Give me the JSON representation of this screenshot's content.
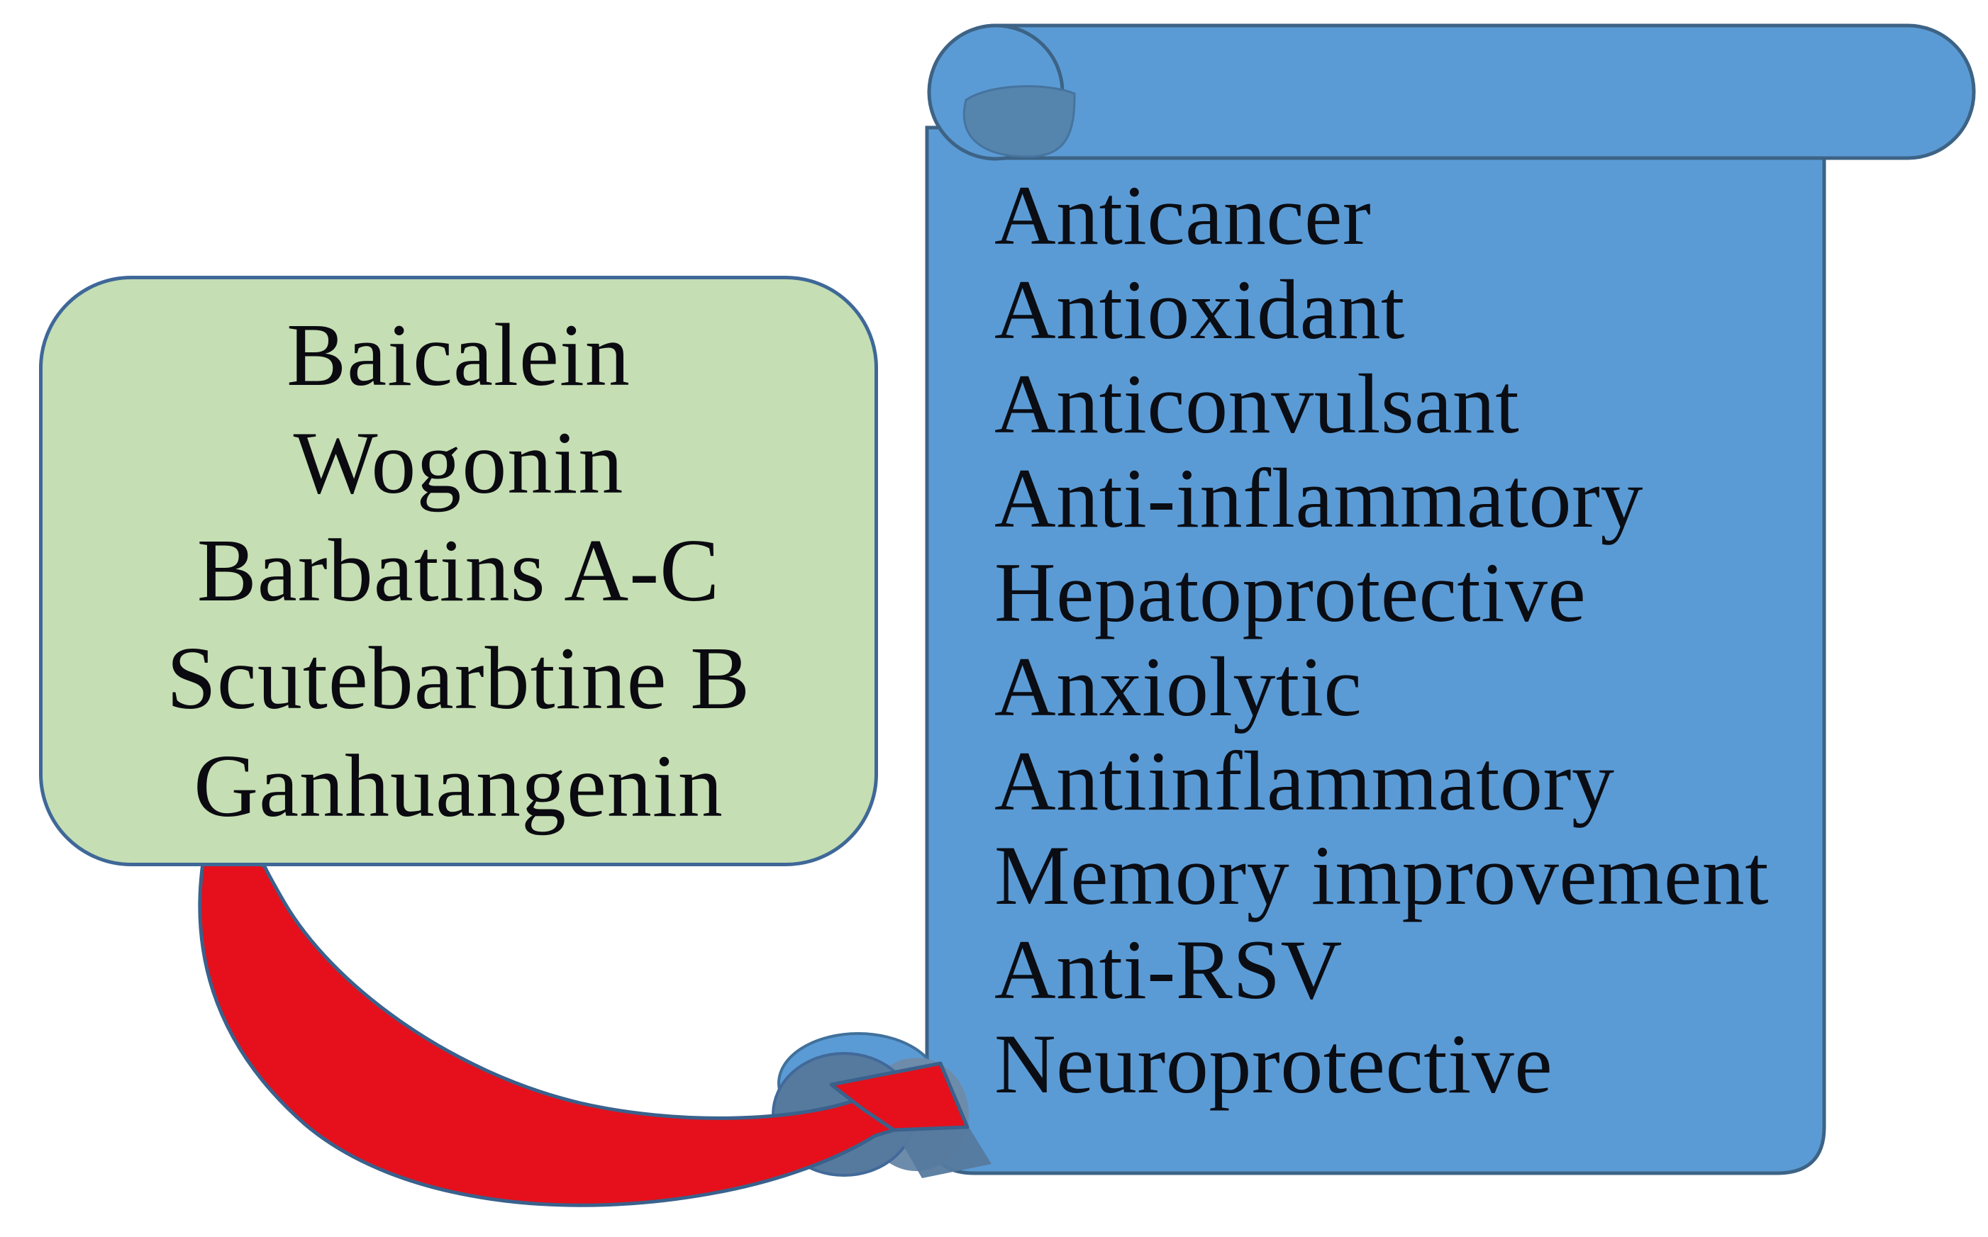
{
  "diagram": {
    "description_visible_elements": "green rounded box of compounds, blue scroll of bioactivities, red curved arrow",
    "compounds_box": {
      "fill_color": "#c5deb3",
      "border_color": "#3f6898",
      "items": [
        "Baicalein",
        "Wogonin",
        "Barbatins A-C",
        "Scutebarbtine B",
        "Ganhuangenin"
      ]
    },
    "activities_scroll": {
      "fill_color": "#5b9bd5",
      "shade_color": "#5584ad",
      "border_color": "#3d6385",
      "items": [
        "Anticancer",
        "Antioxidant",
        "Anticonvulsant",
        "Anti-inflammatory",
        "Hepatoprotective",
        "Anxiolytic",
        "Antiinflammatory",
        "Memory improvement",
        "Anti-RSV",
        "Neuroprotective"
      ]
    },
    "arrow": {
      "fill_color": "#e5101b",
      "outline_color": "#3a618c"
    },
    "text_color": "#0a0a10",
    "background_color": "#ffffff"
  }
}
